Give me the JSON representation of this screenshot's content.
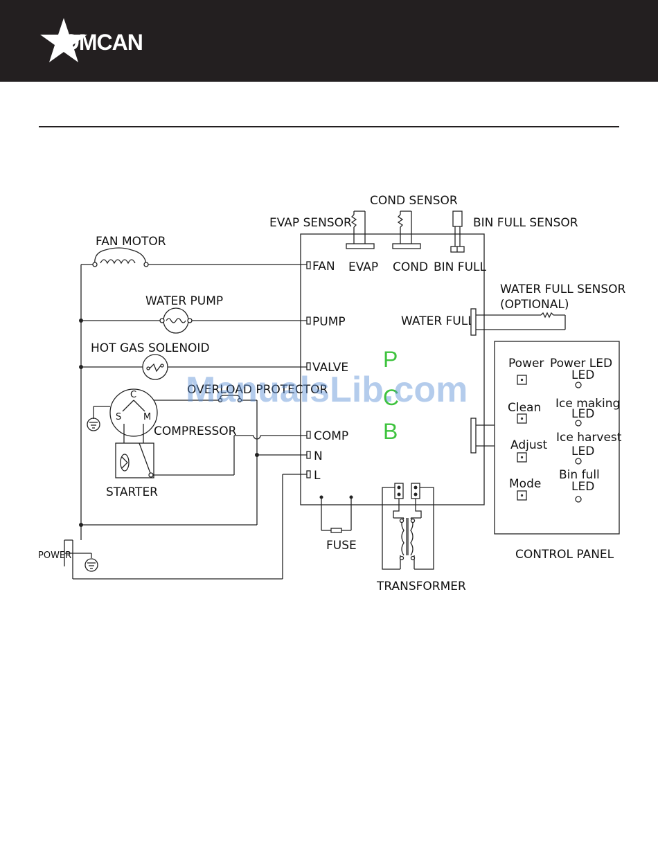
{
  "brand": {
    "name": "OMCAN",
    "header_color": "#231f20"
  },
  "labels": {
    "cond_sensor": "COND SENSOR",
    "evap_sensor": "EVAP SENSOR",
    "bin_full_sensor": "BIN FULL SENSOR",
    "fan_motor": "FAN MOTOR",
    "water_pump": "WATER PUMP",
    "hot_gas_solenoid": "HOT GAS SOLENOID",
    "overload_protector": "OVERLOAD PROTECTOR",
    "compressor": "COMPRESSOR",
    "starter": "STARTER",
    "power": "POWER",
    "fuse": "FUSE",
    "transformer": "TRANSFORMER",
    "control_panel": "CONTROL PANEL",
    "water_full_sensor": "WATER FULL SENSOR",
    "optional": "(OPTIONAL)",
    "comp_c": "C",
    "comp_s": "S",
    "comp_m": "M"
  },
  "pcb": {
    "letters": [
      "P",
      "C",
      "B"
    ],
    "color": "#3ec33e",
    "terminals": {
      "fan": "FAN",
      "pump": "PUMP",
      "valve": "VALVE",
      "comp": "COMP",
      "n": "N",
      "l": "L",
      "evap": "EVAP",
      "cond": "COND",
      "bin_full": "BIN FULL",
      "water_full": "WATER FULL"
    }
  },
  "control_panel": {
    "buttons": [
      "Power",
      "Clean",
      "Adjust",
      "Mode"
    ],
    "leds": [
      {
        "line1": "Power LED",
        "line2": "LED"
      },
      {
        "line1": "Ice making",
        "line2": "LED"
      },
      {
        "line1": "Ice harvest",
        "line2": "LED"
      },
      {
        "line1": "Bin full",
        "line2": "LED"
      }
    ]
  },
  "watermark": {
    "text": "ManualsLib.com",
    "color": "#5b8fd6"
  }
}
